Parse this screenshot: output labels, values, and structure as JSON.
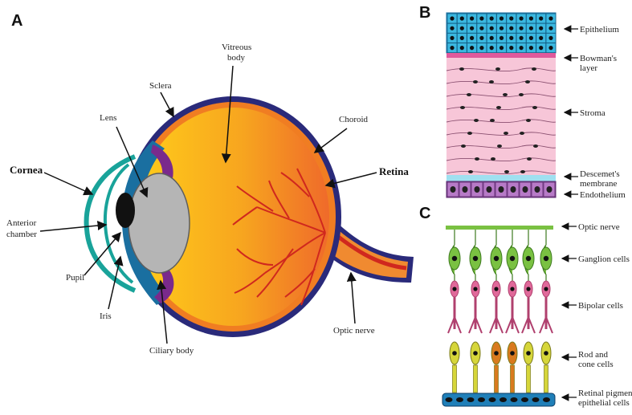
{
  "panels": {
    "a": "A",
    "b": "B",
    "c": "C"
  },
  "panel_a": {
    "vitreous_1": "Vitreous",
    "vitreous_2": "body",
    "sclera": "Sclera",
    "lens": "Lens",
    "choroid": "Choroid",
    "cornea": "Cornea",
    "retina": "Retina",
    "anterior_1": "Anterior",
    "anterior_2": "chamber",
    "pupil": "Pupil",
    "iris": "Iris",
    "ciliary": "Ciliary body",
    "optic": "Optic nerve"
  },
  "panel_b": {
    "epithelium": "Epithelium",
    "bowman_1": "Bowman's",
    "bowman_2": "layer",
    "stroma": "Stroma",
    "descemet_1": "Descemet's",
    "descemet_2": "membrane",
    "endothelium": "Endothelium"
  },
  "panel_c": {
    "optic": "Optic nerve",
    "ganglion": "Ganglion cells",
    "bipolar": "Bipolar cells",
    "rod_1": "Rod and",
    "rod_2": "cone cells",
    "rpe_1": "Retinal pigment",
    "rpe_2": "epithelial cells"
  },
  "colors": {
    "sclera": "#2a2a7a",
    "vitreous": "#f5a623",
    "lens": "#b5b5b5",
    "cornea": "#19a39a",
    "iris": "#7a2a8c",
    "retina_vessel": "#d0281e",
    "epithelium": "#3bb8e0",
    "bowman": "#e05a9c",
    "stroma": "#f4b8d0",
    "descemet": "#9fe0f0",
    "endothelium": "#b77ac7",
    "ganglion": "#7ac142",
    "bipolar": "#e0699a",
    "rod": "#d6d63a",
    "cone": "#d97a1e",
    "rpe": "#1f7fb8"
  }
}
